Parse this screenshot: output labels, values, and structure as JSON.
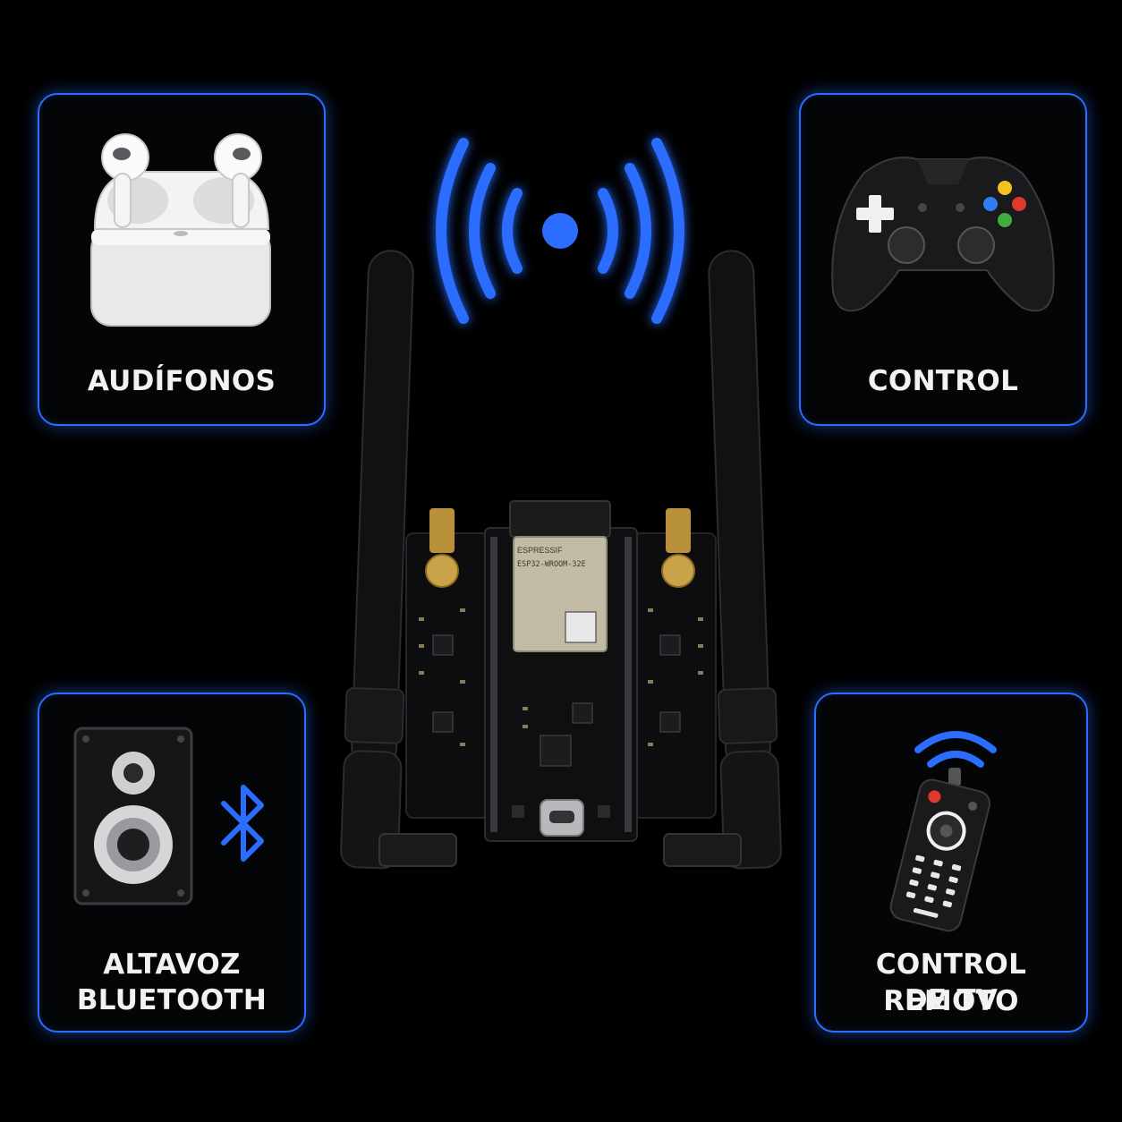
{
  "devices": {
    "headphones": {
      "label": "AUDÍFONOS",
      "icon": "earbuds-case-icon"
    },
    "gamepad": {
      "label": "CONTROL",
      "icon": "gamepad-icon"
    },
    "speaker": {
      "label_line1": "ALTAVOZ",
      "label_line2": "BLUETOOTH",
      "icon": "speaker-icon",
      "badge_icon": "bluetooth-icon"
    },
    "remote": {
      "label_line1": "CONTROL REMOTO",
      "label_line2": "DE TV",
      "icon": "tv-remote-icon"
    }
  },
  "board": {
    "module_brand": "ESPRESSIF",
    "module_model": "ESP32-WROOM-32E",
    "icon": "esp32-board-icon"
  },
  "signal_icon": "wireless-signal-icon",
  "colors": {
    "accent": "#2a6dff",
    "background": "#000000",
    "text": "#f2f2f2"
  }
}
